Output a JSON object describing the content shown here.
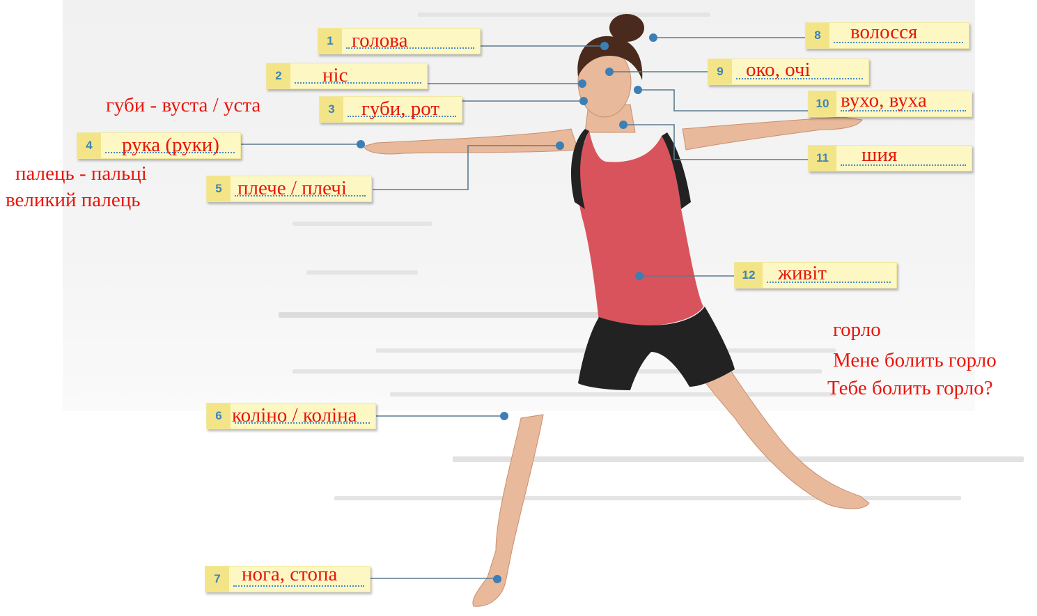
{
  "labels": [
    {
      "num": "1",
      "text": "голова"
    },
    {
      "num": "2",
      "text": "ніс"
    },
    {
      "num": "3",
      "text": "губи, рот"
    },
    {
      "num": "4",
      "text": "рука (руки)"
    },
    {
      "num": "5",
      "text": "плече / плечі"
    },
    {
      "num": "6",
      "text": "коліно / коліна"
    },
    {
      "num": "7",
      "text": "нога, стопа"
    },
    {
      "num": "8",
      "text": "волосся"
    },
    {
      "num": "9",
      "text": "око, очі"
    },
    {
      "num": "10",
      "text": "вухо, вуха"
    },
    {
      "num": "11",
      "text": "шия"
    },
    {
      "num": "12",
      "text": "живіт"
    }
  ],
  "notes": {
    "lips": "губи - вуста / уста",
    "fingers": [
      "палець - пальці",
      "великий палець"
    ],
    "throat": [
      "горло",
      "Мене болить горло",
      "Тебе болить горло?"
    ]
  },
  "colors": {
    "annotation_red": "#e8160c",
    "label_fill": "#fdf7c4",
    "number_box": "#f3e487",
    "number_text": "#3c84b8",
    "leader_line": "#5a7a8f",
    "top_red": "#d9535c",
    "shorts_black": "#222222"
  }
}
